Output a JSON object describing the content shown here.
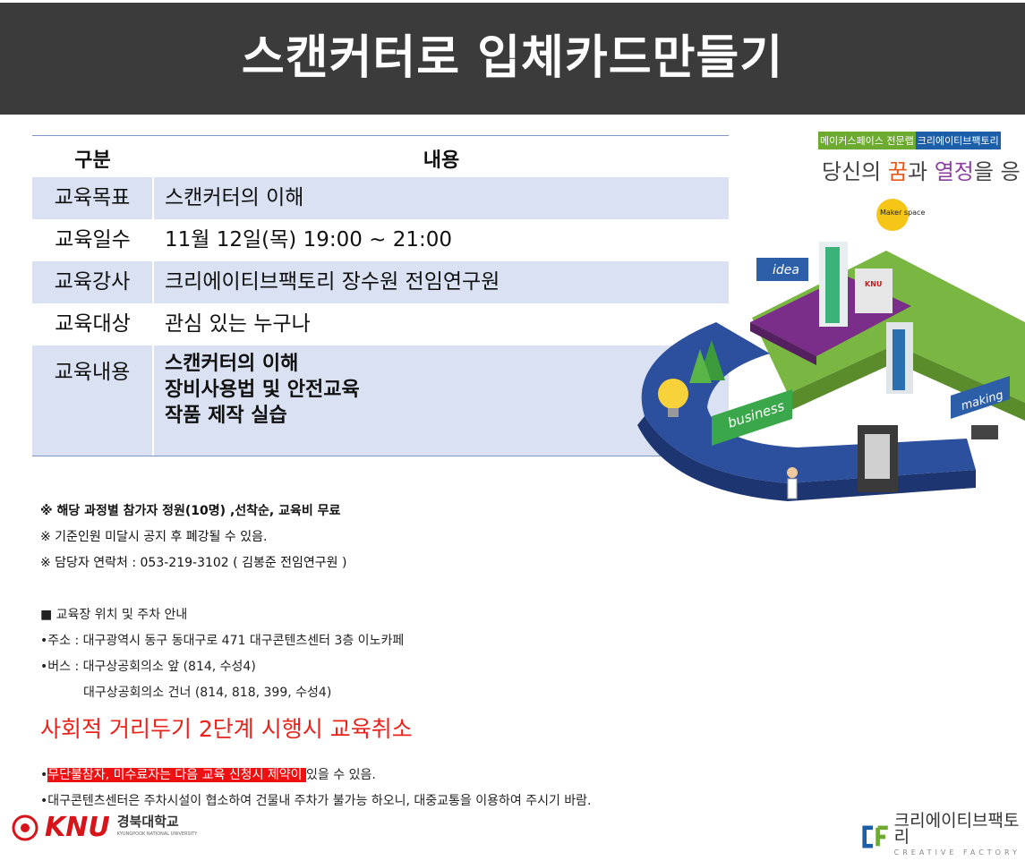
{
  "title": "스캔커터로 입체카드만들기",
  "table": {
    "header": [
      "구분",
      "내용"
    ],
    "rows": [
      {
        "label": "교육목표",
        "value": "스캔커터의 이해"
      },
      {
        "label": "교육일수",
        "value": "11월 12일(목) 19:00 ~ 21:00"
      },
      {
        "label": "교육강사",
        "value": "크리에이티브팩토리 장수원 전임연구원"
      },
      {
        "label": "교육대상",
        "value": "관심 있는 누구나"
      },
      {
        "label": "교육내용",
        "lines": [
          "스캔커터의 이해",
          "장비사용법 및 안전교육",
          "작품 제작 실습"
        ]
      }
    ]
  },
  "notes": [
    "※ 해당 과정별 참가자 정원(10명) ,선착순, 교육비 무료",
    "※ 기준인원 미달시 공지 후 폐강될 수 있음.",
    "※ 담당자 연락처 : 053-219-3102 ( 김봉준 전임연구원 )"
  ],
  "location": {
    "heading": "■ 교육장 위치 및 주차 안내",
    "address": "•주소 : 대구광역시 동구 동대구로 471  대구콘텐츠센터 3층 이노카페",
    "bus1": "•버스 : 대구상공회의소 앞 (814,  수성4)",
    "bus2": "대구상공회의소 건너 (814,  818,  399,  수성4)"
  },
  "warning": "사회적 거리두기 2단계 시행시 교육취소",
  "bottom": {
    "bullet1": "•",
    "highlight": "무단불참자, 미수료자는 다음 교육 신청시 제약이 ",
    "rest": "있을 수 있음.",
    "line2": "•대구콘텐츠센터은 주차시설이 협소하여 건물내 주차가 불가능 하오니, 대중교통을 이용하여 주시기 바람."
  },
  "ad": {
    "tag1": "메이커스페이스 전문랩",
    "tag2": "크리에이티브팩토리",
    "slogan_a": "당신의 ",
    "slogan_b": "꿈",
    "slogan_c": "과 ",
    "slogan_d": "열정",
    "slogan_e": "을 응",
    "labels": [
      "idea",
      "Maker space",
      "KNU",
      "business",
      "making"
    ]
  },
  "logos": {
    "knu": "KNU",
    "knu_kr": "경북대학교",
    "knu_en": "KYUNGPOOK NATIONAL UNIVERSITY",
    "cf": "크리에이티브팩토리",
    "cf_en": "CREATIVE FACTORY",
    "cf_mark": "CF"
  },
  "colors": {
    "header_bg": "#3b3b3b",
    "row_shade": "#d9e1f2",
    "warning": "#e8231c",
    "highlight": "#ee1111"
  }
}
